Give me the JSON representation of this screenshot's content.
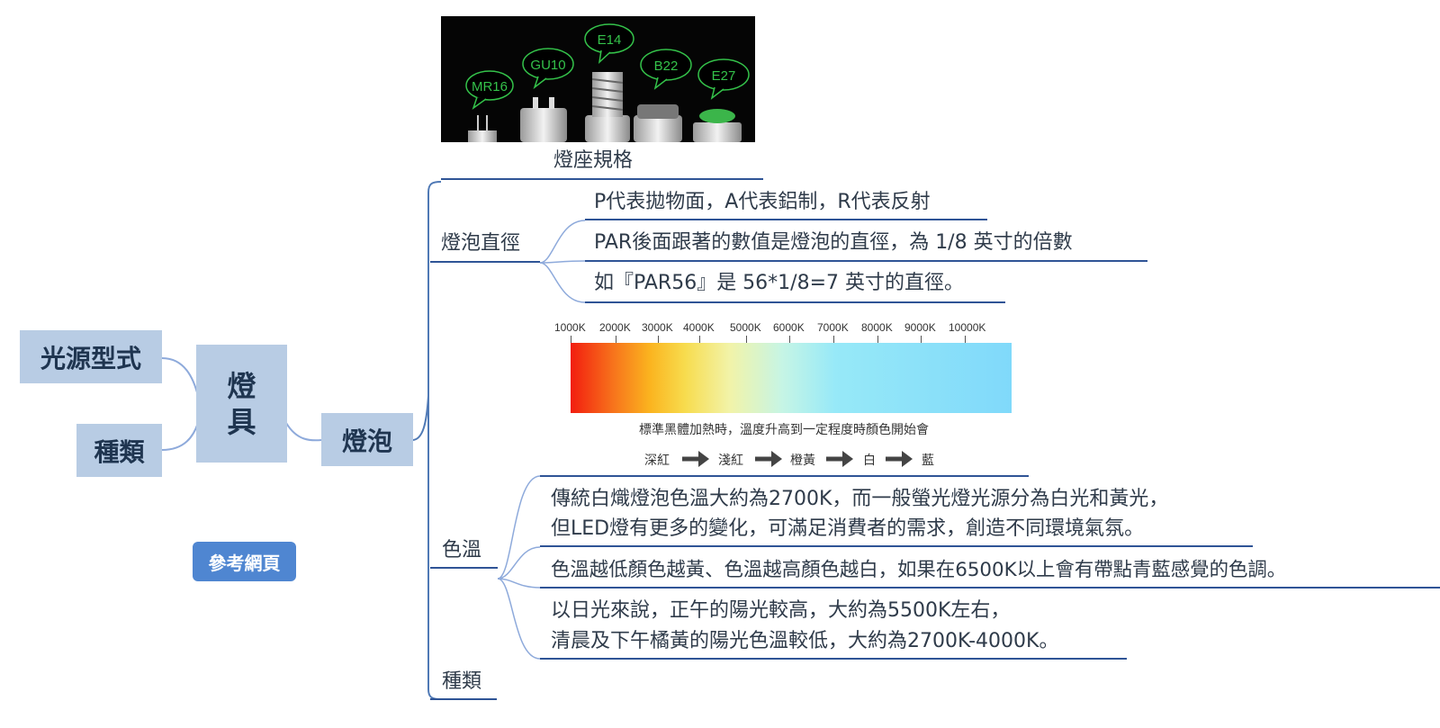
{
  "left": {
    "light_source": "光源型式",
    "type": "種類",
    "fixture": "燈具",
    "bulb": "燈泡",
    "reference": "參考網頁"
  },
  "photo": {
    "sockets": [
      "MR16",
      "GU10",
      "E14",
      "B22",
      "E27"
    ],
    "caption": "燈座規格"
  },
  "diameter": {
    "label": "燈泡直徑",
    "items": [
      "P代表拋物面，A代表鋁制，R代表反射",
      "PAR後面跟著的數值是燈泡的直徑，為 1/8 英寸的倍數",
      "如『PAR56』是 56*1/8=7 英寸的直徑。"
    ]
  },
  "spectrum": {
    "ticks": [
      "1000K",
      "2000K",
      "3000K",
      "4000K",
      "5000K",
      "6000K",
      "7000K",
      "8000K",
      "9000K",
      "10000K"
    ],
    "caption": "標準黑體加熱時，溫度升高到一定程度時顏色開始會",
    "chain": [
      "深紅",
      "淺紅",
      "橙黃",
      "白",
      "藍"
    ]
  },
  "color_temp": {
    "label": "色溫",
    "items": [
      [
        "傳統白熾燈泡色溫大約為2700K，而一般螢光燈光源分為白光和黃光，",
        "但LED燈有更多的變化，可滿足消費者的需求，創造不同環境氣氛。"
      ],
      [
        "色溫越低顏色越黃、色溫越高顏色越白，如果在6500K以上會有帶點青藍感覺的色調。"
      ],
      [
        "以日光來說，正午的陽光較高，大約為5500K左右，",
        "清晨及下午橘黃的陽光色溫較低，大約為2700K-4000K。"
      ]
    ]
  },
  "types_label": "種類"
}
